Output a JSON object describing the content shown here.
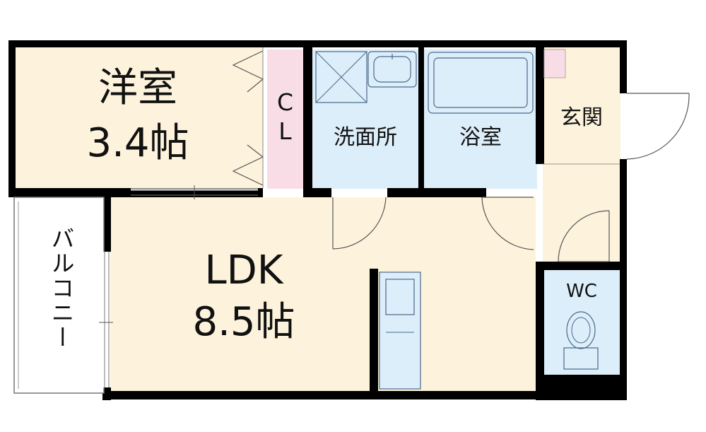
{
  "rooms": {
    "western_room": {
      "name": "洋室",
      "size": "3.4帖"
    },
    "closet": {
      "name": "CL"
    },
    "washroom": {
      "name": "洗面所"
    },
    "bathroom": {
      "name": "浴室"
    },
    "entrance": {
      "name": "玄関"
    },
    "ldk": {
      "name": "LDK",
      "size": "8.5帖"
    },
    "balcony": {
      "name": "バルコニー"
    },
    "toilet": {
      "name": "WC"
    }
  },
  "colors": {
    "wall": "#000000",
    "cream_floor": "#fdf3dc",
    "wet_area": "#dceefa",
    "closet_pink": "#f9dde6",
    "fixture_line": "#4a6a8a"
  }
}
